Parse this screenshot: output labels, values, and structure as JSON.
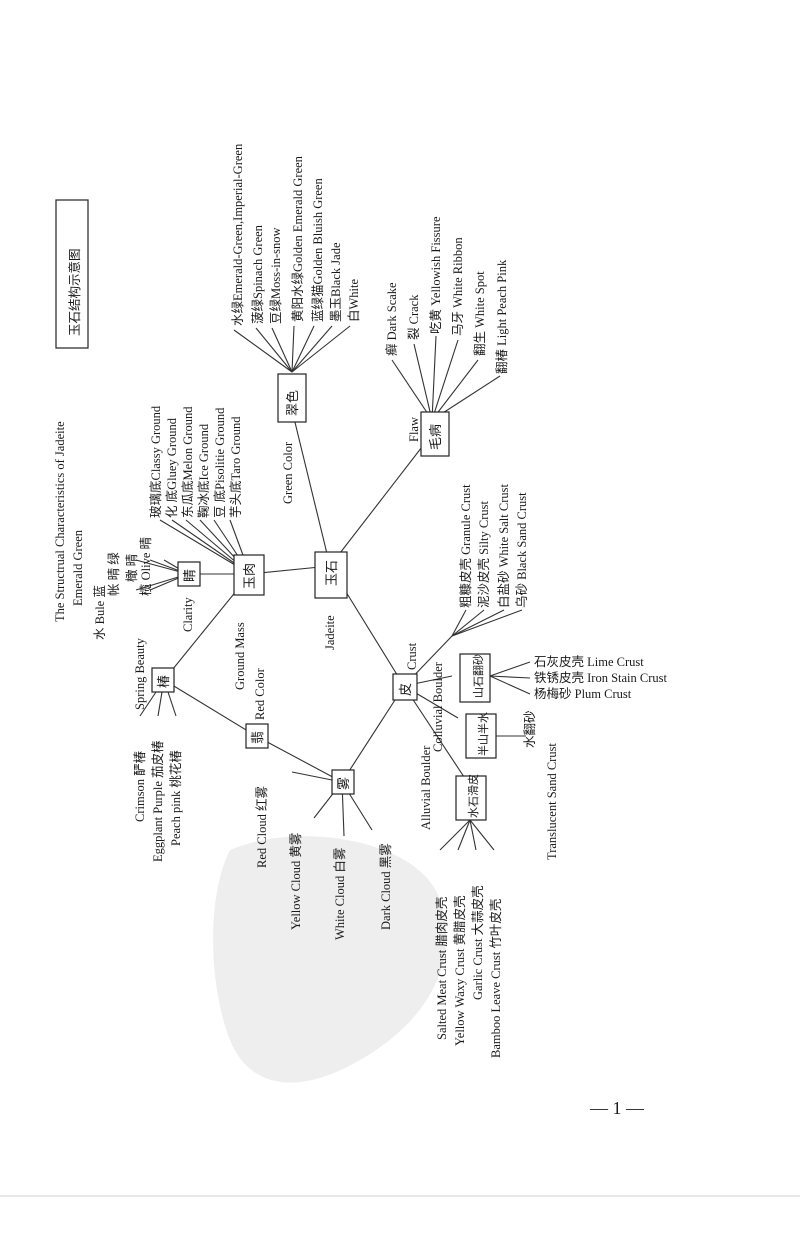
{
  "title_cn": "玉石结构示意图",
  "title_en": "The Structrual Characteristics of Jadeite",
  "root": "玉石",
  "root_en": "Jadeite",
  "page_number": "— 1 —",
  "hubs": {
    "ground_mass": "玉肉",
    "ground_mass_en": "Ground Mass",
    "green_color": "翠色",
    "green_color_en": "Green Color",
    "flaw": "毛病",
    "flaw_en": "Flaw",
    "crust": "皮",
    "crust_en": "Crust",
    "clarity": "睛",
    "clarity_en": "Clarity",
    "spring": "椿",
    "spring_en": "Spring Beauty",
    "red_color": "翡",
    "red_color_en": "Red Color",
    "cloud": "雾",
    "mountain": "山石翻砂",
    "colluvial": "半山半水",
    "colluvial_en": "Colluvial Boulder",
    "alluvial": "水石滑皮",
    "alluvial_en": "Alluvial Boulder"
  },
  "leaves": {
    "clarity": [
      "Emerald Green",
      "水 Bule 蓝",
      "帐 晴 绿",
      "橄 晴",
      "榄 Olive 晴"
    ],
    "ground": [
      "玻璃底Classy Ground",
      "化 底Gluey Ground",
      "东瓜底Melon Ground",
      "鞠冰底Ice Ground",
      "豆 底Pisolitie Ground",
      "芋头底Taro Ground"
    ],
    "green": [
      "水绿Emerald-Green,Imperial-Green",
      "菠绿Spinach Green",
      "豆绿Moss-in-snow",
      "黄阳水绿Golden Emerald Green",
      "蓝绿猫Golden Bluish Green",
      "墨玉Black Jade",
      "白White"
    ],
    "flaw": [
      "癣 Dark Scake",
      "裂 Crack",
      "吃黄 Yellowish Fissure",
      "马牙 White Ribbon",
      "翻生 White Spot",
      "翻椿 Light Peach Pink"
    ],
    "crust": [
      "粗糠皮壳 Granule Crust",
      "泥沙皮壳 Silty Crust",
      "白盐砂 White Salt Crust",
      "乌砂 Black Sand Crust"
    ],
    "mountain": [
      "石灰皮壳 Lime Crust",
      "铁锈皮壳 Iron Stain Crust",
      "杨梅砂 Plum Crust"
    ],
    "colluvial": [
      "水翻砂",
      "Translucent Sand Crust"
    ],
    "alluvial": [
      "Salted Meat Crust 腊肉皮壳",
      "Yellow Waxy Crust 黄腊皮壳",
      "Garlic Crust 大蒜皮壳",
      "Bamboo Leave Crust 竹叶皮壳"
    ],
    "spring": [
      "Crimson 酽椿",
      "Eggplant Purple 茄皮椿",
      "Peach pink 桃花椿"
    ],
    "cloud": [
      "Red Cloud 红雾",
      "Yellow Cloud 黄雾",
      "White Cloud 白雾",
      "Dark Cloud 黑雾"
    ]
  }
}
